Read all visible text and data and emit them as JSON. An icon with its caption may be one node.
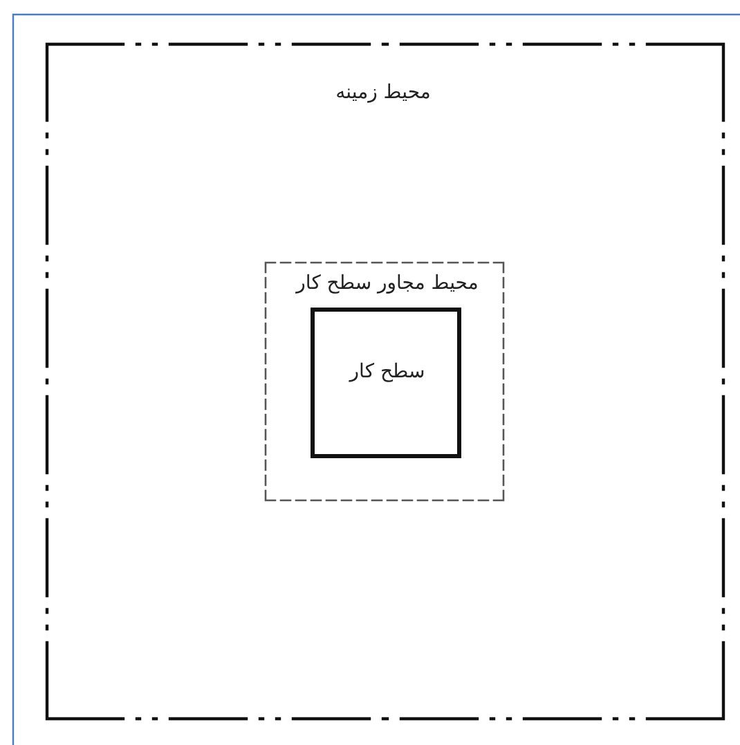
{
  "diagram": {
    "nodes": [
      {
        "text": [
          "محیط زمینه"
        ]
      },
      {
        "text": [
          "محیط مجاور سطح کار"
        ],
        "in": 0
      },
      {
        "text": [
          "سطح کار"
        ],
        "in": 1
      }
    ]
  }
}
